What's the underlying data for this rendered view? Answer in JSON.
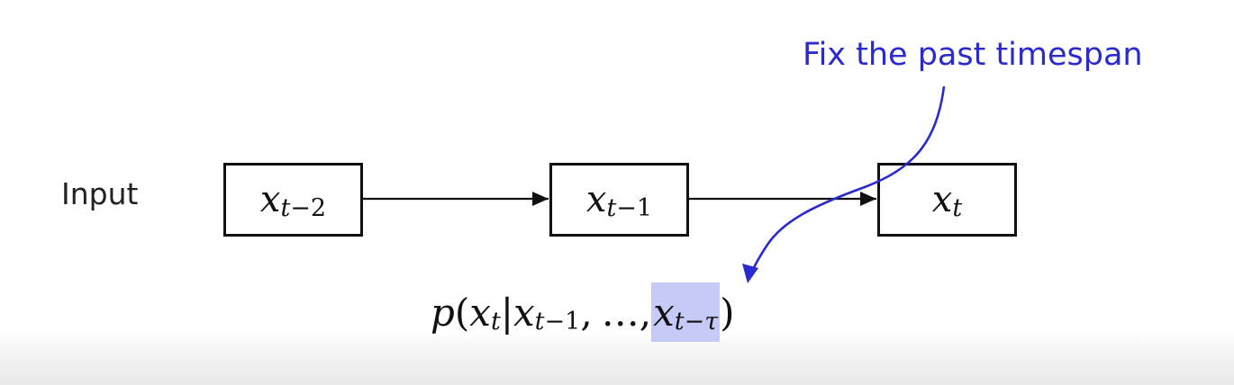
{
  "diagram": {
    "row_label": "Input",
    "nodes": [
      {
        "var": "x",
        "sub_prefix": "t",
        "sub_op": "−",
        "sub_num": "2"
      },
      {
        "var": "x",
        "sub_prefix": "t",
        "sub_op": "−",
        "sub_num": "1"
      },
      {
        "var": "x",
        "sub_prefix": "t",
        "sub_op": "",
        "sub_num": ""
      }
    ],
    "annotation": "Fix the past timespan",
    "formula": {
      "func": "p",
      "open": "(",
      "a_var": "x",
      "a_sub": "t",
      "bar": "|",
      "b_var": "x",
      "b_sub_t": "t",
      "b_sub_rest": "−1",
      "comma1": ",",
      "ellipsis": "…",
      "comma2": ",",
      "c_var": "x",
      "c_sub_t": "t",
      "c_sub_op": "−",
      "c_sub_tau": "τ",
      "close": ")"
    },
    "colors": {
      "annotation": "#2a2ad0",
      "highlight": "#c5caf7",
      "lines": "#111111"
    }
  }
}
